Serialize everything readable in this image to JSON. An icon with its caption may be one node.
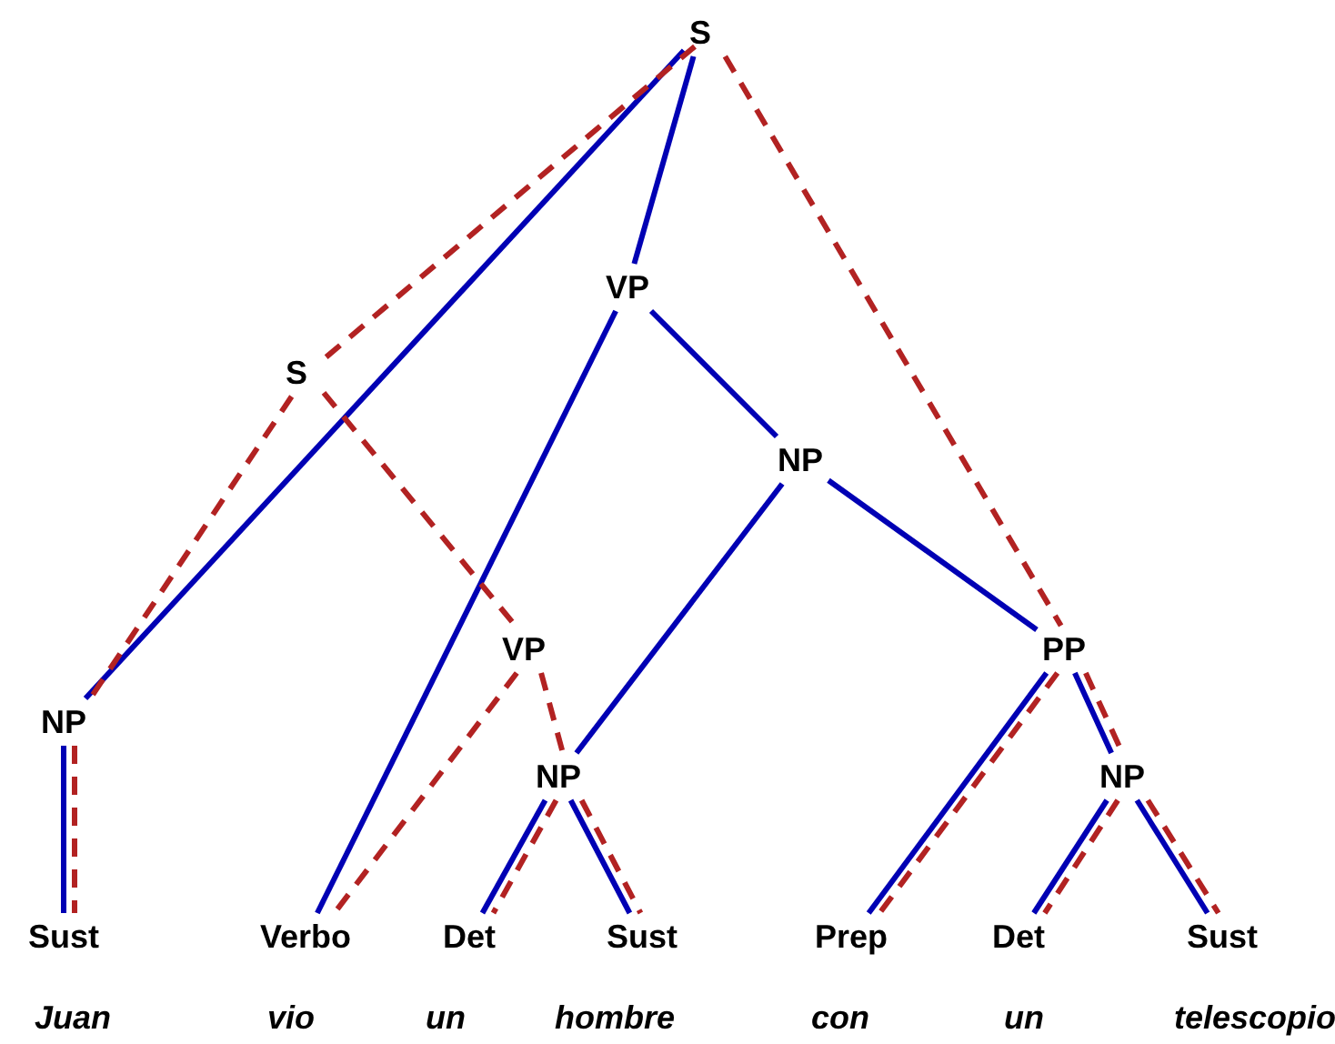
{
  "diagram": {
    "nodes": [
      {
        "text": [
          "S"
        ]
      },
      {
        "text": [
          "VP"
        ]
      },
      {
        "text": [
          "S"
        ]
      },
      {
        "text": [
          "NP"
        ]
      },
      {
        "text": [
          "VP"
        ]
      },
      {
        "text": [
          "PP"
        ]
      },
      {
        "text": [
          "NP"
        ]
      },
      {
        "text": [
          "NP"
        ]
      },
      {
        "text": [
          "NP"
        ]
      },
      {
        "text": [
          "Sust"
        ]
      },
      {
        "text": [
          "Verbo"
        ]
      },
      {
        "text": [
          "Det"
        ]
      },
      {
        "text": [
          "Sust"
        ]
      },
      {
        "text": [
          "Prep"
        ]
      },
      {
        "text": [
          "Det"
        ]
      },
      {
        "text": [
          "Sust"
        ]
      }
    ],
    "edges": [
      {
        "from": 0,
        "to": 1,
        "arrow": "none"
      },
      {
        "from": 0,
        "to": 6,
        "arrow": "none"
      },
      {
        "from": 1,
        "to": 10,
        "arrow": "none"
      },
      {
        "from": 1,
        "to": 3,
        "arrow": "none"
      },
      {
        "from": 3,
        "to": 7,
        "arrow": "none"
      },
      {
        "from": 3,
        "to": 5,
        "arrow": "none"
      },
      {
        "from": 5,
        "to": 13,
        "arrow": "none"
      },
      {
        "from": 5,
        "to": 8,
        "arrow": "none"
      },
      {
        "from": 7,
        "to": 11,
        "arrow": "none"
      },
      {
        "from": 7,
        "to": 12,
        "arrow": "none"
      },
      {
        "from": 8,
        "to": 14,
        "arrow": "none"
      },
      {
        "from": 8,
        "to": 15,
        "arrow": "none"
      },
      {
        "from": 6,
        "to": 9,
        "arrow": "none"
      },
      {
        "from": 0,
        "to": 2,
        "arrow": "none",
        "style": "dashed",
        "color": "#b22222"
      },
      {
        "from": 0,
        "to": 5,
        "arrow": "none",
        "style": "dashed",
        "color": "#b22222"
      },
      {
        "from": 2,
        "to": 6,
        "arrow": "none",
        "style": "dashed",
        "color": "#b22222"
      },
      {
        "from": 2,
        "to": 4,
        "arrow": "none",
        "style": "dashed",
        "color": "#b22222"
      },
      {
        "from": 4,
        "to": 10,
        "arrow": "none",
        "style": "dashed",
        "color": "#b22222"
      },
      {
        "from": 4,
        "to": 7,
        "arrow": "none",
        "style": "dashed",
        "color": "#b22222"
      },
      {
        "from": 7,
        "to": 11,
        "arrow": "none",
        "style": "dashed",
        "color": "#b22222"
      },
      {
        "from": 7,
        "to": 12,
        "arrow": "none",
        "style": "dashed",
        "color": "#b22222"
      },
      {
        "from": 5,
        "to": 13,
        "arrow": "none",
        "style": "dashed",
        "color": "#b22222"
      },
      {
        "from": 5,
        "to": 8,
        "arrow": "none",
        "style": "dashed",
        "color": "#b22222"
      },
      {
        "from": 8,
        "to": 14,
        "arrow": "none",
        "style": "dashed",
        "color": "#b22222"
      },
      {
        "from": 8,
        "to": 15,
        "arrow": "none",
        "style": "dashed",
        "color": "#b22222"
      },
      {
        "from": 6,
        "to": 9,
        "arrow": "none",
        "style": "dashed",
        "color": "#b22222"
      }
    ],
    "labels": [
      "Juan",
      "vio",
      "un",
      "hombre",
      "con",
      "un",
      "telescopio"
    ]
  }
}
